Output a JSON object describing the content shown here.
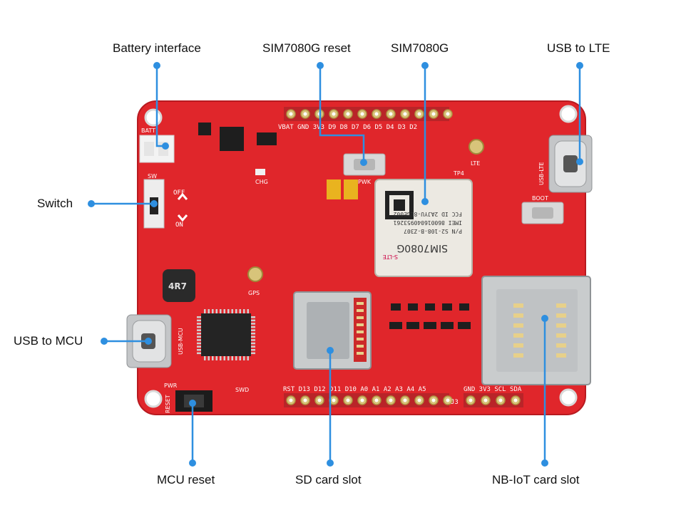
{
  "callouts": {
    "battery": "Battery interface",
    "sim_reset": "SIM7080G reset",
    "sim_module": "SIM7080G",
    "usb_lte": "USB to LTE",
    "switch": "Switch",
    "usb_mcu": "USB to MCU",
    "mcu_reset": "MCU reset",
    "sd_slot": "SD card slot",
    "nbiot_slot": "NB-IoT card slot"
  },
  "silkscreen": {
    "top_header": "VBAT GND 3V3 D9  D8  D7  D6  D5  D4  D3  D2",
    "bottom_header": "RST D13 D12 D11 D10 A0  A1  A2  A3  A4  A5",
    "i2c_header": "GND 3V3 SCL SDA",
    "j3": "J3",
    "off": "OFF",
    "on": "ON",
    "sw": "SW",
    "batt": "BATT",
    "chg": "CHG",
    "pwk": "PWK",
    "lte": "LTE",
    "gps": "GPS",
    "tp4": "TP4",
    "boot": "BOOT",
    "swd": "SWD",
    "pwr": "PWR",
    "reset": "RESET",
    "usb_mcu": "USB-MCU",
    "usb_lte": "USB-LTE",
    "inductor": "4R7",
    "module_brand": "SIM7080G",
    "module_line1": "P/N S2-108-B-Z307",
    "module_line2": "IMEI 860016040953261",
    "module_line3": "FCC ID 2AJYU-8LGE002",
    "slte": "S-LTE"
  },
  "colors": {
    "board_red": "#e0262b",
    "callout_blue": "#2e8fe0",
    "module_bg": "#ece9e2",
    "metal": "#b9bcbe"
  }
}
